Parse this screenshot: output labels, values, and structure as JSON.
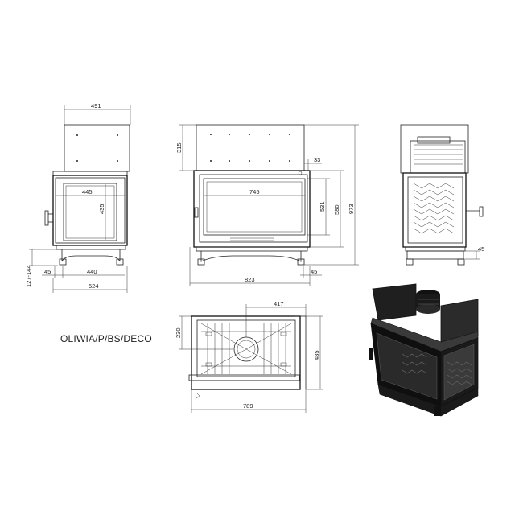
{
  "model": "OLIWIA/P/BS/DECO",
  "front_view": {
    "dims": {
      "width_top": "491",
      "door_width": "445",
      "door_height": "435",
      "base_width": "440",
      "total_width": "524",
      "leg_offset": "45",
      "leg_height": "127-144"
    }
  },
  "side_view": {
    "dims": {
      "top_height": "315",
      "glass_width": "745",
      "offset": "33",
      "glass_height": "531",
      "body_height": "580",
      "total_height": "973",
      "total_width": "823",
      "leg_offset": "45"
    }
  },
  "right_view": {
    "dims": {
      "leg_offset": "45"
    }
  },
  "top_view": {
    "dims": {
      "width_a": "417",
      "depth_a": "230",
      "depth_total": "485",
      "total_width": "789"
    }
  }
}
